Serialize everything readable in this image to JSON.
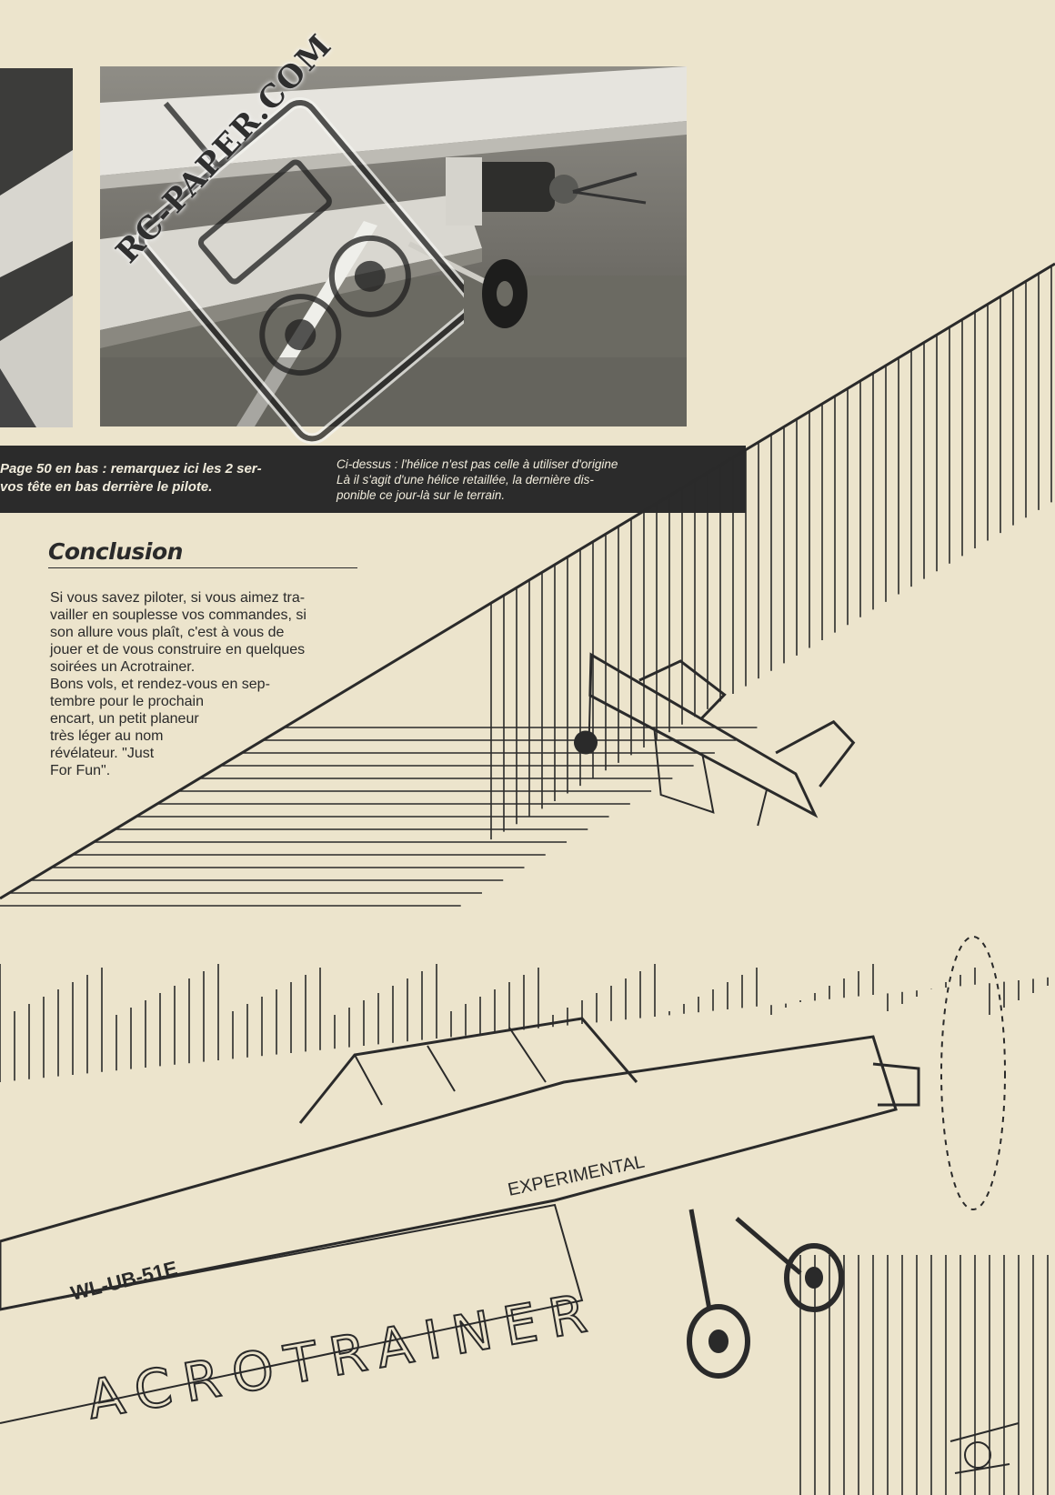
{
  "watermark": {
    "text": "RC-PAPER.COM"
  },
  "captions": {
    "left_lines": [
      "Page 50 en bas : remarquez ici les 2 ser-",
      "vos tête en bas derrière le pilote."
    ],
    "right_lines": [
      "Ci-dessus : l'hélice n'est pas celle à utiliser d'origine",
      "Là il s'agit d'une hélice retaillée, la dernière dis-",
      "ponible ce jour-là sur le terrain."
    ]
  },
  "conclusion": {
    "title": "Conclusion",
    "lines": [
      "Si vous savez piloter, si vous aimez tra-",
      "vailler en souplesse vos commandes, si",
      "son allure vous plaît, c'est à vous de",
      "jouer et de vous construire en quelques",
      "soirées un Acrotrainer.",
      "Bons vols, et rendez-vous en sep-",
      "tembre pour le prochain",
      "encart, un petit planeur",
      "très léger au nom",
      "révélateur. \"Just",
      "For Fun\"."
    ]
  },
  "drawing": {
    "plane_markings": [
      "EXPERIMENTAL",
      "WL-UB-51E"
    ],
    "logo_lettering": "ACROTRAINER"
  },
  "colors": {
    "paper": "#ece4cc",
    "ink": "#2a2a2a",
    "band": "#2b2b2b"
  }
}
